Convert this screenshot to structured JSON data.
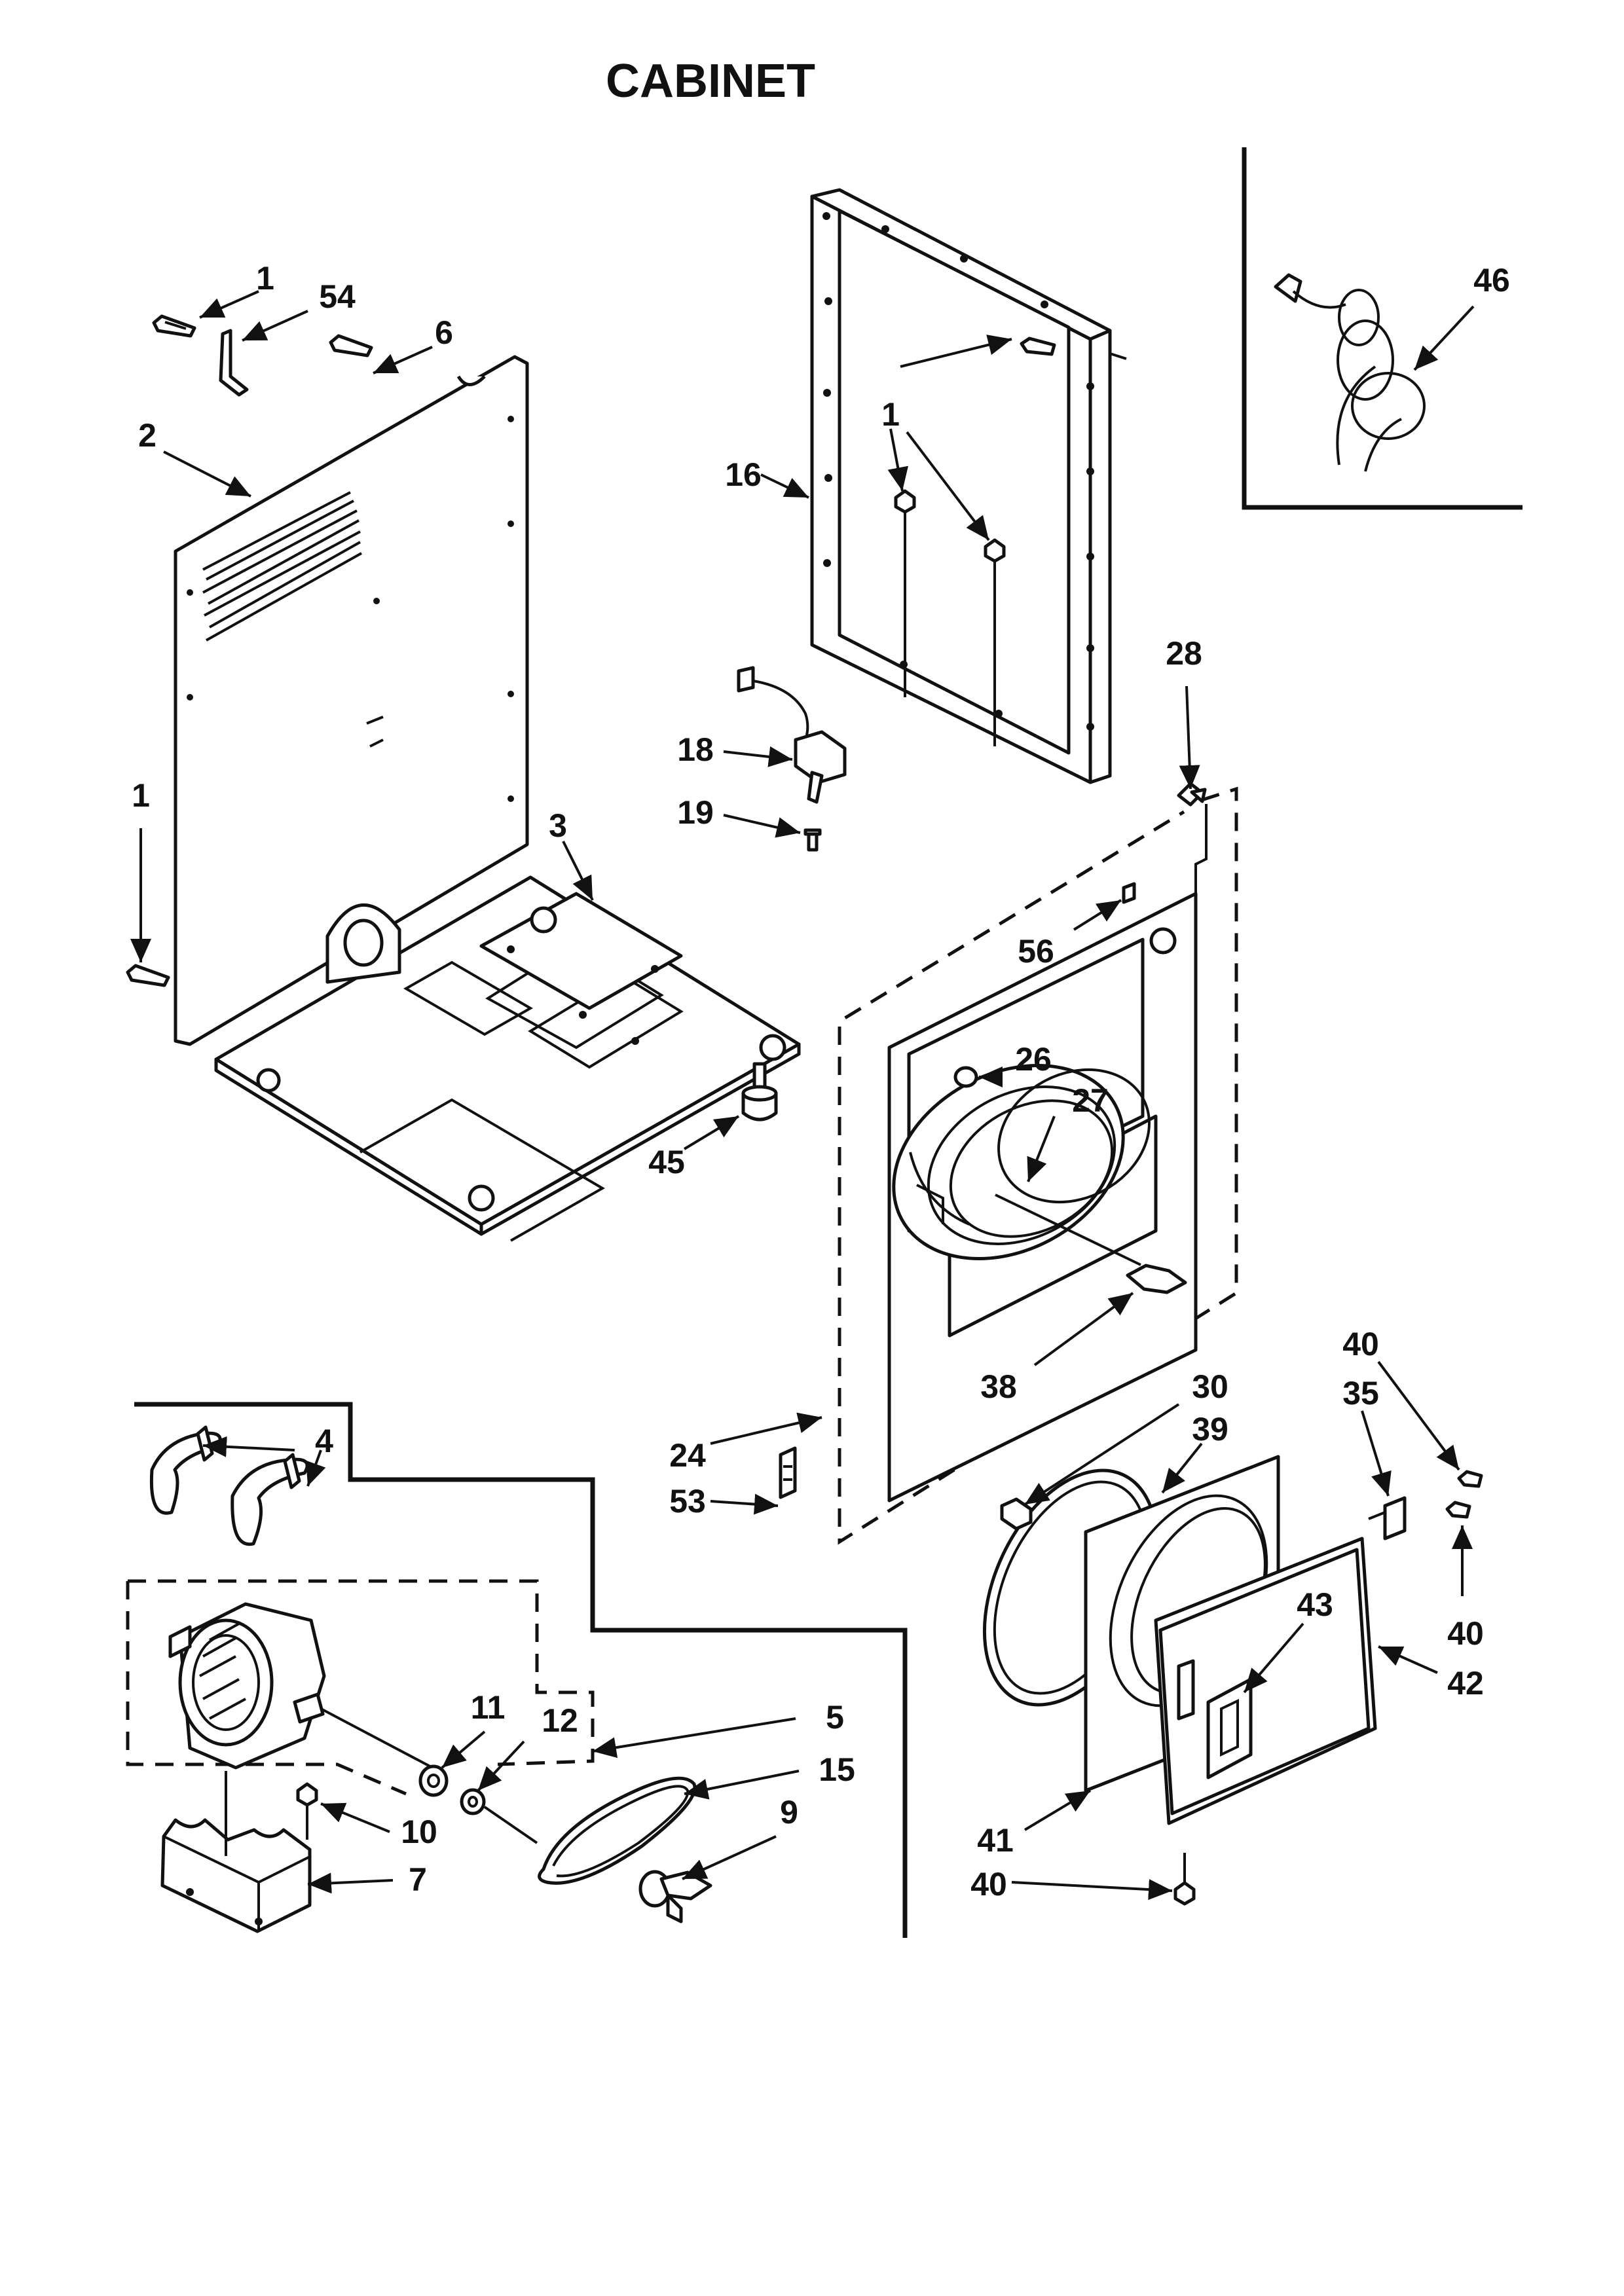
{
  "title": "CABINET",
  "labels": {
    "1": "1",
    "2": "2",
    "3": "3",
    "4": "4",
    "5": "5",
    "6": "6",
    "7": "7",
    "9": "9",
    "10": "10",
    "11": "11",
    "12": "12",
    "15": "15",
    "16": "16",
    "18": "18",
    "19": "19",
    "24": "24",
    "26": "26",
    "27": "27",
    "28": "28",
    "30": "30",
    "35": "35",
    "38": "38",
    "39": "39",
    "40": "40",
    "41": "41",
    "42": "42",
    "43": "43",
    "45": "45",
    "46": "46",
    "53": "53",
    "54": "54",
    "56": "56"
  },
  "colors": {
    "ink": "#111111",
    "paper": "#ffffff"
  }
}
